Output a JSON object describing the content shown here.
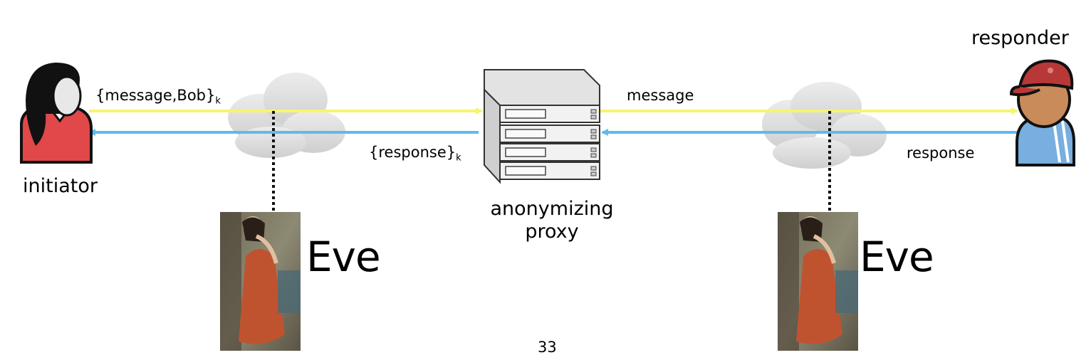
{
  "labels": {
    "initiator": "initiator",
    "responder": "responder",
    "proxy": "anonymizing proxy",
    "eve_left": "Eve",
    "eve_right": "Eve",
    "page_number": "33"
  },
  "arrows": {
    "left_request": {
      "text": "{message,Bob}",
      "subscript": "k"
    },
    "left_response": {
      "text": "{response}",
      "subscript": "k"
    },
    "right_request": {
      "text": "message"
    },
    "right_response": {
      "text": "response"
    }
  },
  "colors": {
    "request_arrow": "#f5f56e",
    "response_arrow": "#5bbcee",
    "initiator_shirt": "#e0484a",
    "responder_cap": "#b83838",
    "responder_shirt": "#78aee0",
    "skin": "#c98b5a",
    "eve_dress": "#c0532f"
  }
}
